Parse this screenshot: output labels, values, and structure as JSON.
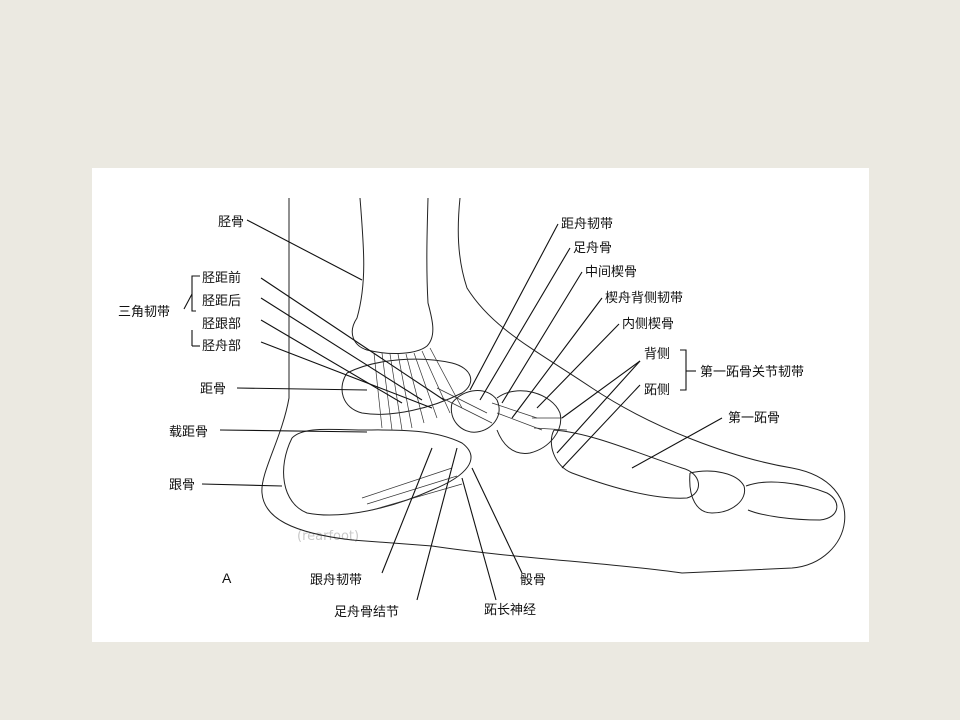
{
  "figure": {
    "panel_letter": "A",
    "labels": {
      "tibia": "胫骨",
      "deltoid_group": "三角韧带",
      "tibiotalar_anterior": "胫距前",
      "tibiotalar_posterior": "胫距后",
      "tibiocalcaneal": "胫跟部",
      "tibionavicular": "胫舟部",
      "talus": "距骨",
      "sustentaculum": "载距骨",
      "calcaneus": "跟骨",
      "talonavicular_ligament": "距舟韧带",
      "navicular": "足舟骨",
      "intermediate_cuneiform": "中间楔骨",
      "cuneonavicular_dorsal": "楔舟背侧韧带",
      "medial_cuneiform": "内侧楔骨",
      "dorsal": "背侧",
      "plantar": "跖侧",
      "first_mtp_ligament": "第一跖骨关节韧带",
      "first_metatarsal": "第一跖骨",
      "calcaneonavicular_ligament": "跟舟韧带",
      "navicular_tuberosity": "足舟骨结节",
      "sesamoid": "骰骨",
      "hallucis_nerve": "跖长神经"
    },
    "background_text": "(rearfoot)"
  }
}
